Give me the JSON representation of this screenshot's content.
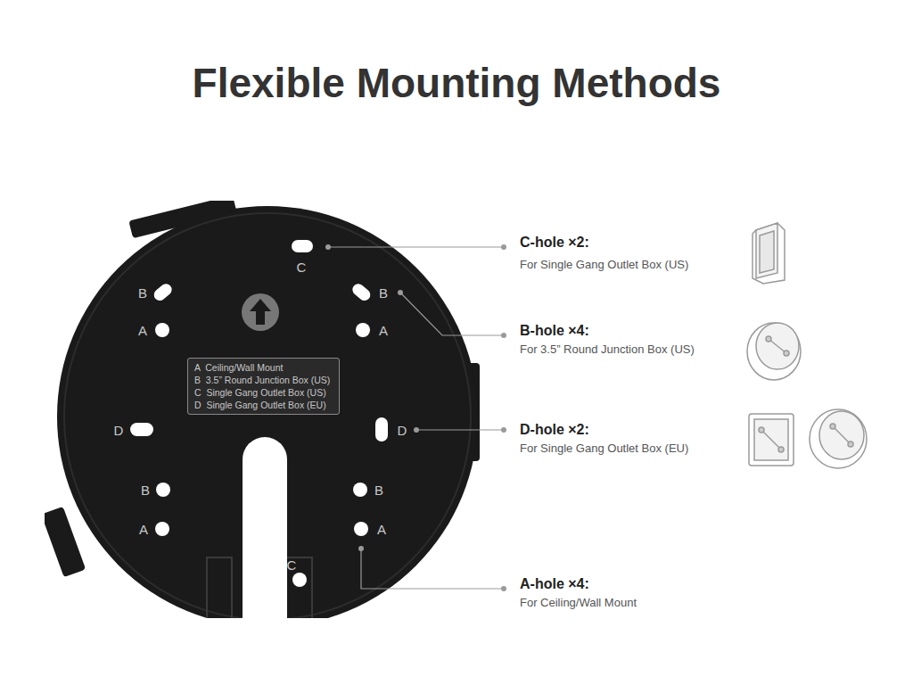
{
  "diagram": {
    "title": "Flexible Mounting Methods",
    "nodes": [
      {
        "text": [
          "C",
          "B",
          "B",
          "A",
          "A",
          "D",
          "D",
          "B",
          "B",
          "A",
          "A",
          "C"
        ]
      },
      {
        "text": [
          "A  Ceiling/Wall Mount",
          "B  3.5” Round Junction Box (US)",
          "C  Single Gang Outlet Box (US)",
          "D  Single Gang Outlet Box (EU)"
        ],
        "in": 0
      }
    ],
    "labels": [
      "C-hole ×2:",
      "For Single Gang Outlet Box (US)",
      "B-hole ×4:",
      "For 3.5” Round Junction Box (US)",
      "D-hole ×2:",
      "For Single Gang Outlet Box (EU)",
      "A-hole ×4:",
      "For Ceiling/Wall Mount"
    ]
  }
}
